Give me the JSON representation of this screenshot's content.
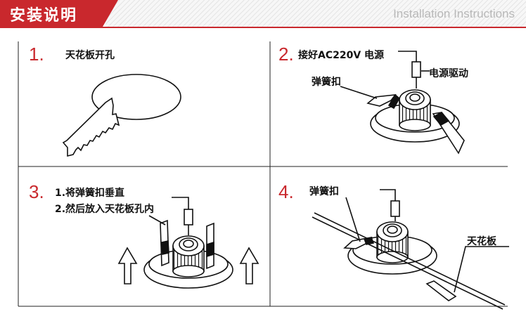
{
  "header": {
    "title": "安装说明",
    "subtitle": "Installation Instructions",
    "accent_color": "#c9282d"
  },
  "steps": [
    {
      "number": "1.",
      "labels": [
        "天花板开孔"
      ]
    },
    {
      "number": "2.",
      "labels": [
        "接好AC220V 电源",
        "电源驱动",
        "弹簧扣"
      ]
    },
    {
      "number": "3.",
      "labels": [
        "1.将弹簧扣垂直",
        "2.然后放入天花板孔内"
      ]
    },
    {
      "number": "4.",
      "labels": [
        "弹簧扣",
        "天花板"
      ]
    }
  ]
}
